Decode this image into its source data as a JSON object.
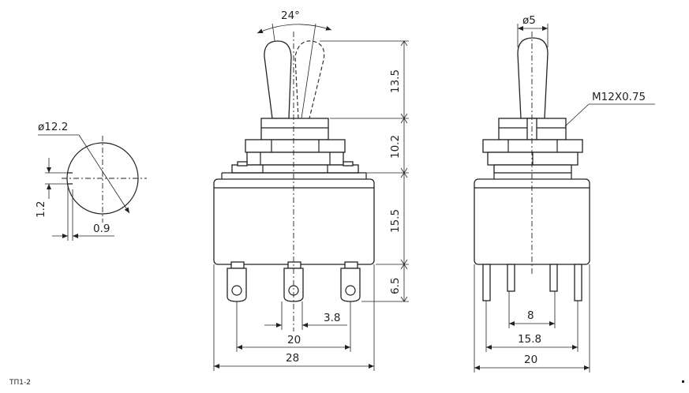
{
  "colors": {
    "line": "#222222",
    "background": "#ffffff"
  },
  "code": "TП1-2",
  "side_view": {
    "diameter": "ø12.2",
    "dim_vertical": "1.2",
    "dim_horizontal": "0.9"
  },
  "front_view": {
    "angle": "24°",
    "dims_vertical": [
      "13.5",
      "10.2",
      "15.5",
      "6.5"
    ],
    "dims_horizontal": [
      "3.8",
      "20",
      "28"
    ]
  },
  "end_view": {
    "diameter": "ø5",
    "thread": "M12X0.75",
    "dims_horizontal": [
      "8",
      "15.8",
      "20"
    ]
  }
}
